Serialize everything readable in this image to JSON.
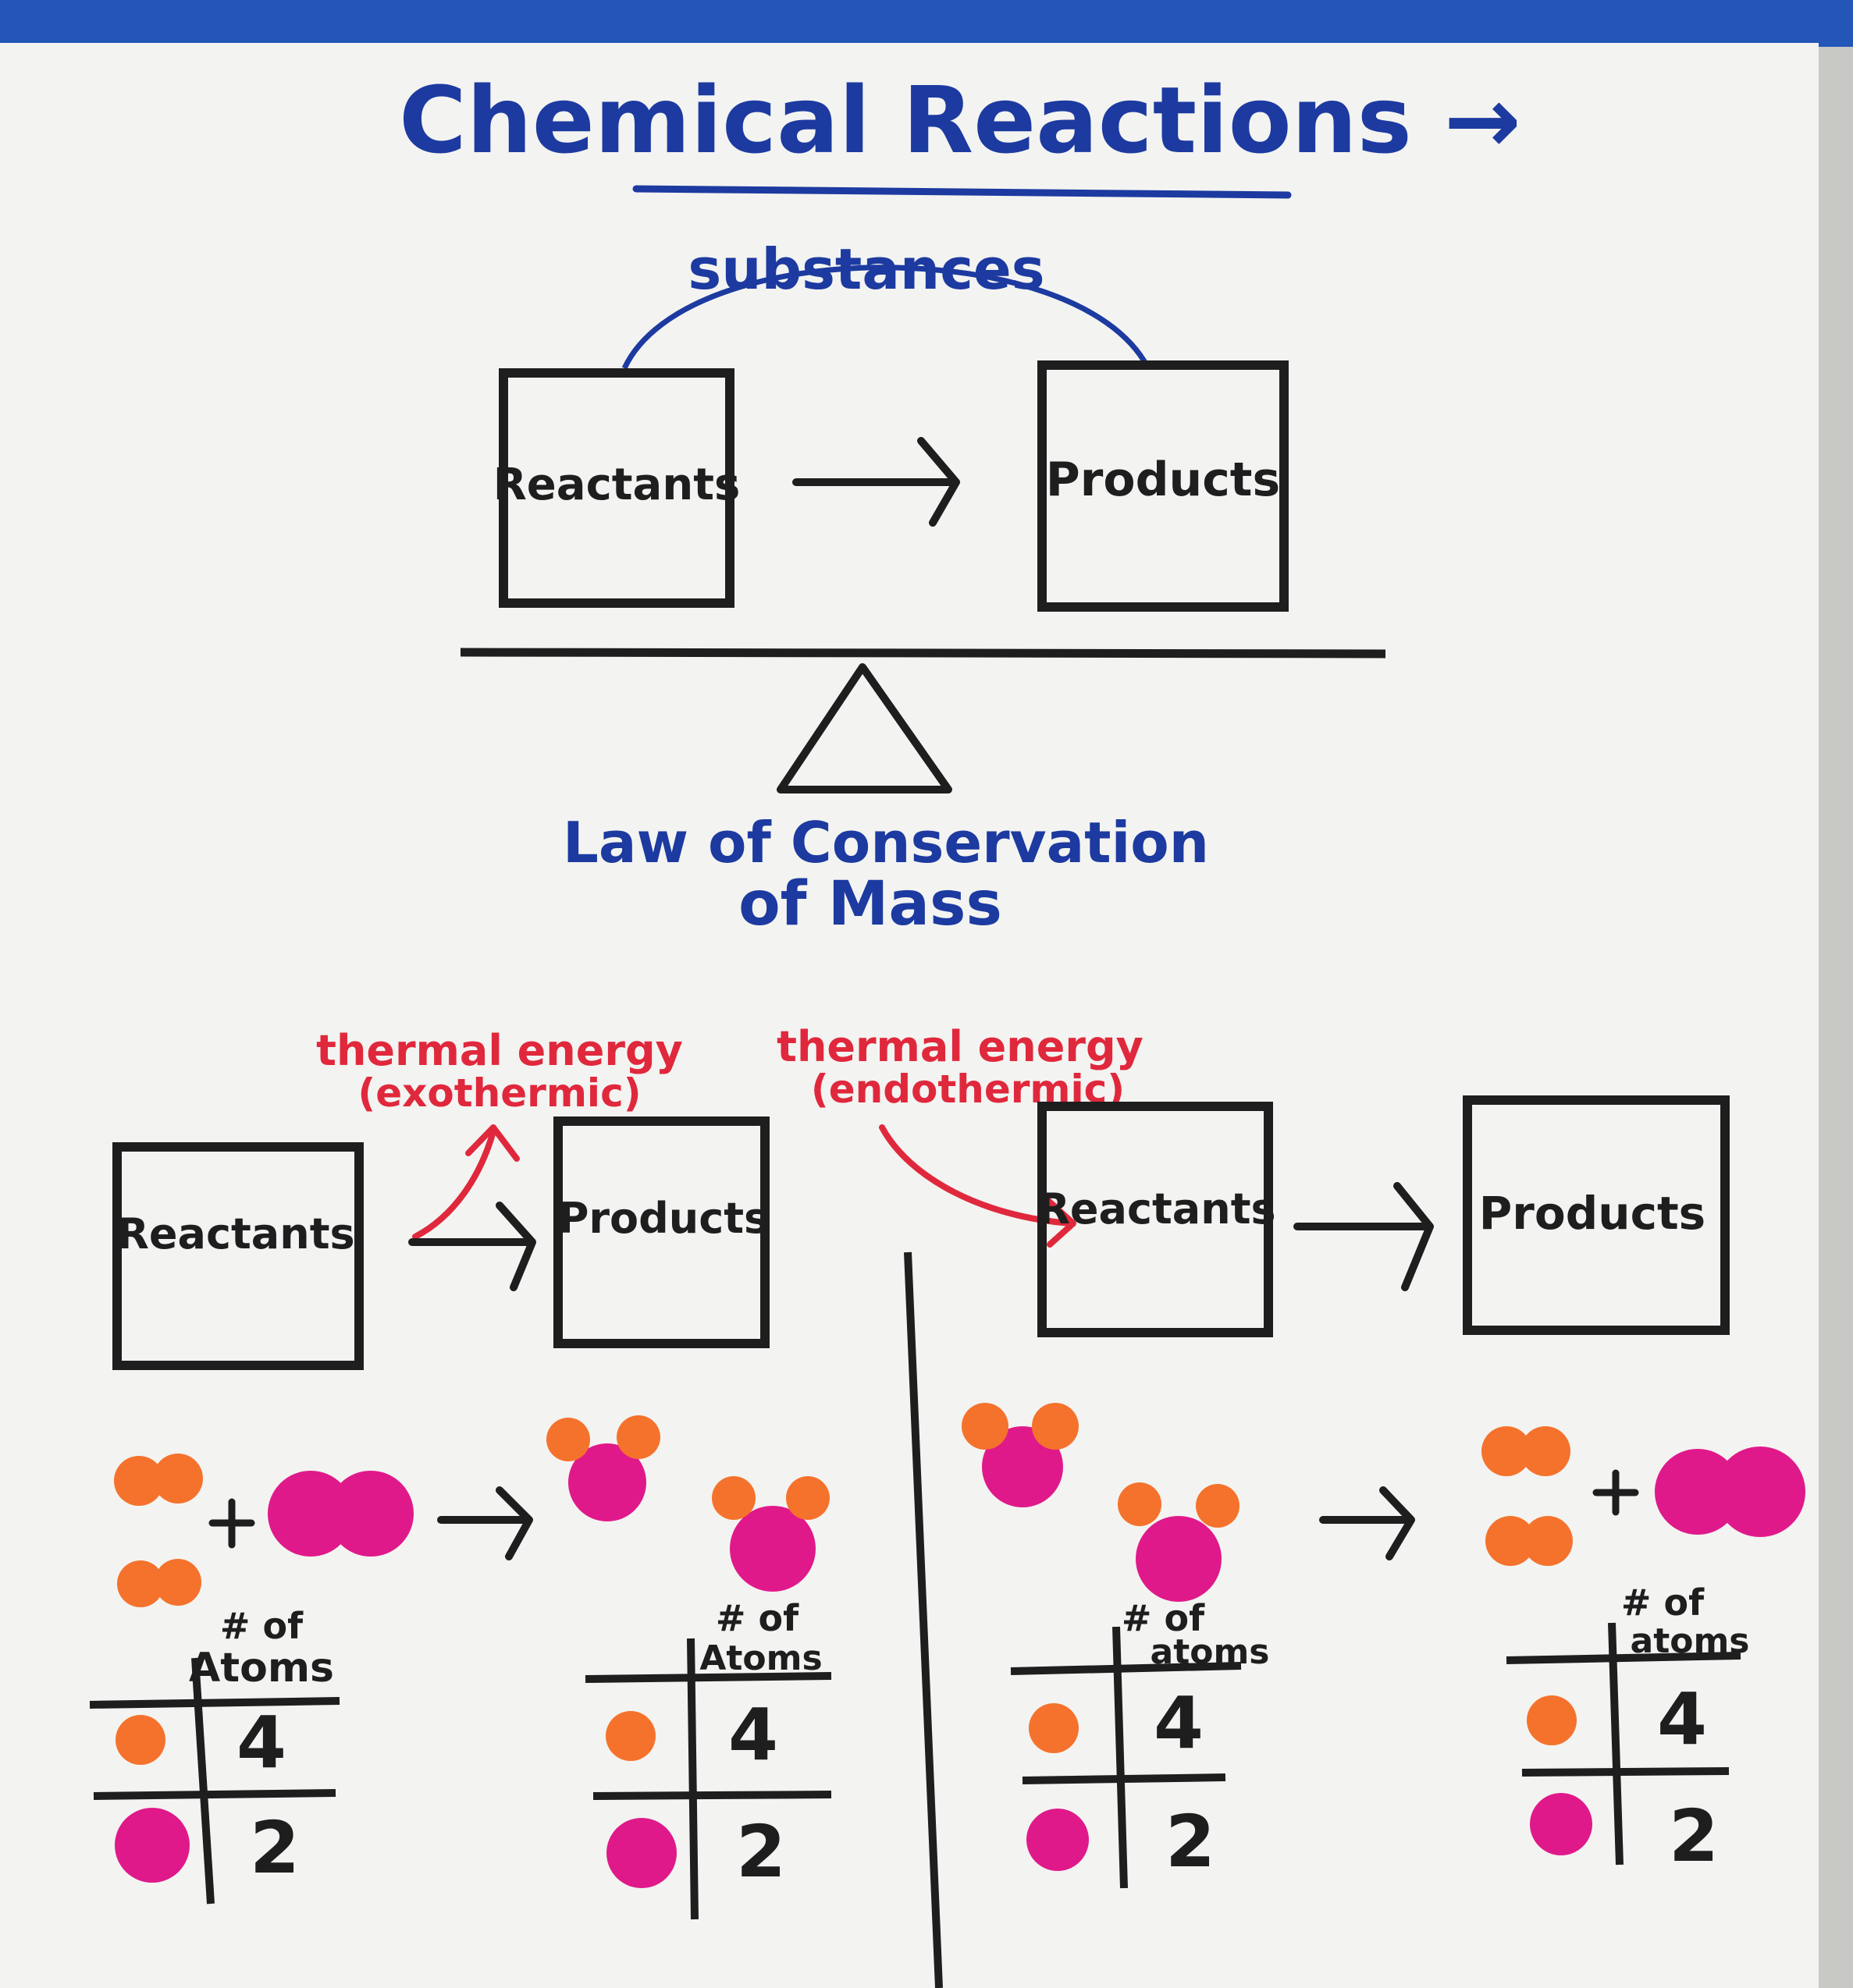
{
  "title": "Chemical Reactions →",
  "top": {
    "arc_label": "substances",
    "reactants": "Reactants",
    "products": "Products",
    "law_line1": "Law of Conservation",
    "law_line2": "of Mass"
  },
  "left": {
    "energy_line1": "thermal energy",
    "energy_line2": "(exothermic)",
    "reactants": "Reactants",
    "products": "Products",
    "reactants_table": {
      "header_line1": "# of",
      "header_line2": "Atoms",
      "orange_count": "4",
      "pink_count": "2"
    },
    "products_table": {
      "header_line1": "# of",
      "header_line2": "Atoms",
      "orange_count": "4",
      "pink_count": "2"
    }
  },
  "right": {
    "energy_line1": "thermal energy",
    "energy_line2": "(endothermic)",
    "reactants": "Reactants",
    "products": "Products",
    "reactants_table": {
      "header_line1": "# of",
      "header_line2": "atoms",
      "orange_count": "4",
      "pink_count": "2"
    },
    "products_table": {
      "header_line1": "# of",
      "header_line2": "atoms",
      "orange_count": "4",
      "pink_count": "2"
    }
  },
  "colors": {
    "paper": "#f3f3f1",
    "wall": "#c8c8c4",
    "top_band": "#2456b8",
    "blue_ink": "#1c3aa0",
    "black_ink": "#1e1e1e",
    "red_ink": "#e0283c",
    "orange_atom": "#f5722c",
    "pink_atom": "#e0198a"
  }
}
